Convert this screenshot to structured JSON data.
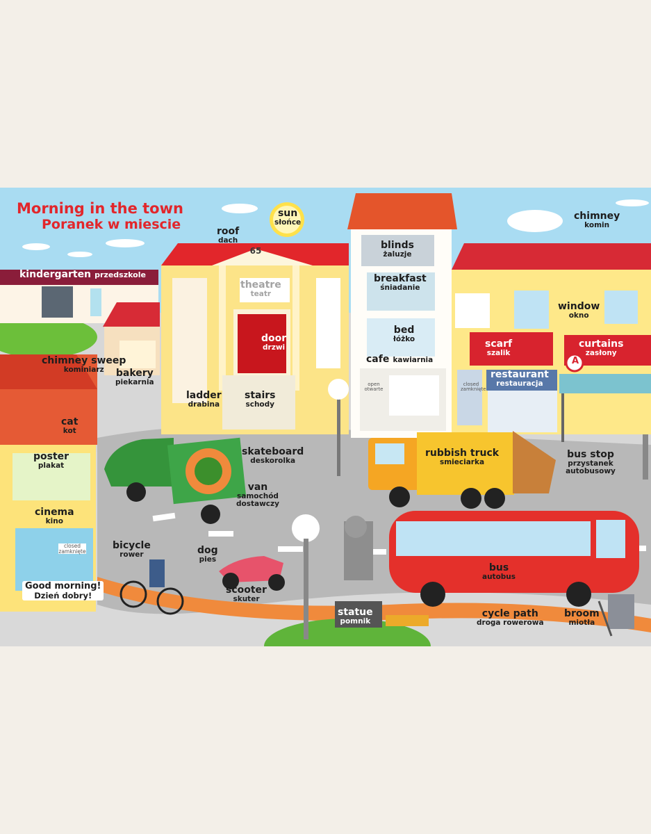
{
  "title": {
    "en": "Morning in the town",
    "pl": "Poranek w miescie"
  },
  "labels": {
    "kindergarten": {
      "en": "kindergarten",
      "pl": "przedszkole"
    },
    "roof": {
      "en": "roof",
      "pl": "dach"
    },
    "sun": {
      "en": "sun",
      "pl": "słońce"
    },
    "theatre": {
      "en": "theatre",
      "pl": "teatr"
    },
    "blinds": {
      "en": "blinds",
      "pl": "żaluzje"
    },
    "breakfast": {
      "en": "breakfast",
      "pl": "śniadanie"
    },
    "chimney": {
      "en": "chimney",
      "pl": "komin"
    },
    "window": {
      "en": "window",
      "pl": "okno"
    },
    "bed": {
      "en": "bed",
      "pl": "łóżko"
    },
    "door": {
      "en": "door",
      "pl": "drzwi"
    },
    "scarf": {
      "en": "scarf",
      "pl": "szalik"
    },
    "curtains": {
      "en": "curtains",
      "pl": "zasłony"
    },
    "chimney_sweep": {
      "en": "chimney sweep",
      "pl": "kominiarz"
    },
    "bakery": {
      "en": "bakery",
      "pl": "piekarnia"
    },
    "cafe": {
      "en": "cafe",
      "pl": "kawiarnia"
    },
    "restaurant": {
      "en": "restaurant",
      "pl": "restauracja"
    },
    "ladder": {
      "en": "ladder",
      "pl": "drabina"
    },
    "stairs": {
      "en": "stairs",
      "pl": "schody"
    },
    "cat": {
      "en": "cat",
      "pl": "kot"
    },
    "skateboard": {
      "en": "skateboard",
      "pl": "deskorolka"
    },
    "rubbish_truck": {
      "en": "rubbish truck",
      "pl": "smieciarka"
    },
    "bus_stop": {
      "en": "bus stop",
      "pl": "przystanek autobusowy"
    },
    "poster": {
      "en": "poster",
      "pl": "plakat"
    },
    "van": {
      "en": "van",
      "pl": "samochód dostawczy"
    },
    "cinema": {
      "en": "cinema",
      "pl": "kino"
    },
    "bicycle": {
      "en": "bicycle",
      "pl": "rower"
    },
    "dog": {
      "en": "dog",
      "pl": "pies"
    },
    "bus": {
      "en": "bus",
      "pl": "autobus"
    },
    "scooter": {
      "en": "scooter",
      "pl": "skuter"
    },
    "good_morning": {
      "en": "Good morning!",
      "pl": "Dzień dobry!"
    },
    "statue": {
      "en": "statue",
      "pl": "pomnik"
    },
    "cycle_path": {
      "en": "cycle path",
      "pl": "droga rowerowa"
    },
    "broom": {
      "en": "broom",
      "pl": "miotła"
    }
  },
  "signs": {
    "open": "open otwarte",
    "closed_cafe": "closed zamknięte",
    "closed_cinema": "closed zamknięte",
    "bus_stop_letter": "A",
    "theatre_number": "65"
  },
  "colors": {
    "title_red": "#e2262b",
    "sky": "#a9dcf2",
    "road": "#bdbdbd",
    "grass": "#6cbf3a"
  }
}
